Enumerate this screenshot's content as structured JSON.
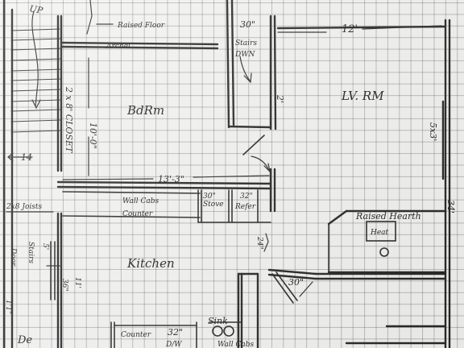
{
  "labels": {
    "up": "UP",
    "raised_floor": "Raised Floor",
    "archel": "Archel",
    "dim_30a": "30\"",
    "stairs_down": "Stairs\nDWN",
    "dim_12": "12'",
    "dim_10": "10'-0\"",
    "dim_2x8": "2 x 8' CLOSET",
    "bdrm": "BdRm",
    "lv_rm": "LV. RM",
    "dim_2a": "2'",
    "dim_5x3": "5x3'",
    "dim_14": "14",
    "dim_13_3": "13'-3\"",
    "wall_cabs": "Wall Cabs",
    "counter": "Counter",
    "stove": "30\"\nStove",
    "refer": "32\"\nRefer",
    "joists": "2x8 Joists",
    "door": "Door",
    "stairs_side": "Stairs",
    "dim_5a": "5'",
    "dim_36": "36\"",
    "kitchen": "Kitchen",
    "dim_24_heat": "24\"",
    "raised_hearth": "Raised Hearth",
    "heat": "Heat",
    "dim_30b": "30\"",
    "dim_34": "34'",
    "sink": "Sink",
    "counter_b": "Counter",
    "dim_32_dw": "32\"",
    "dw": "D/W",
    "wall_cabs_b": "Wall Cabs",
    "dim_11": "11'",
    "left_edge_a": "De",
    "dim_1_11": "1'1\""
  }
}
